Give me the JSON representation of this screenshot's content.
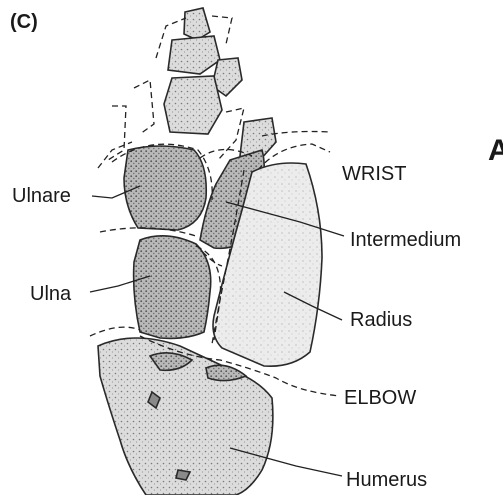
{
  "panel_label": "(C)",
  "corner_glyph": "A",
  "labels": {
    "wrist": "WRIST",
    "ulnare": "Ulnare",
    "intermedium": "Intermedium",
    "ulna": "Ulna",
    "radius": "Radius",
    "elbow": "ELBOW",
    "humerus": "Humerus"
  }
}
